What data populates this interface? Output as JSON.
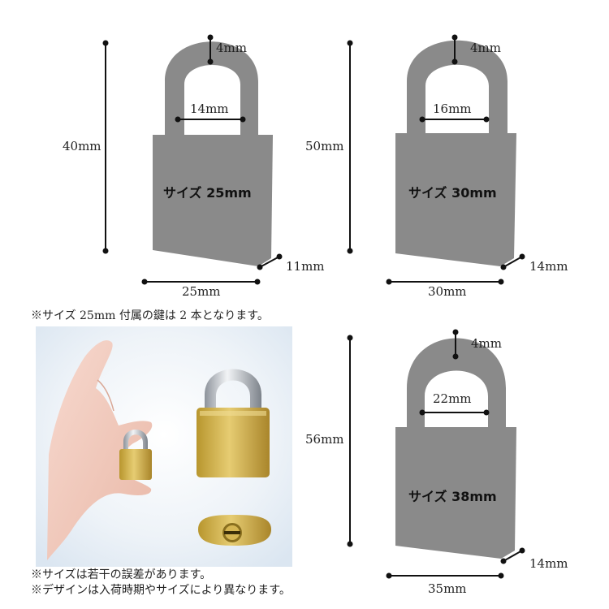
{
  "locks": [
    {
      "size_label": "サイズ 25mm",
      "height": "40mm",
      "width": "25mm",
      "thickness": "11mm",
      "shackle_inner": "14mm",
      "shackle_thickness": "4mm"
    },
    {
      "size_label": "サイズ 30mm",
      "height": "50mm",
      "width": "30mm",
      "thickness": "14mm",
      "shackle_inner": "16mm",
      "shackle_thickness": "4mm"
    },
    {
      "size_label": "サイズ 38mm",
      "height": "56mm",
      "width": "35mm",
      "thickness": "14mm",
      "shackle_inner": "22mm",
      "shackle_thickness": "4mm"
    }
  ],
  "notes": {
    "key_note": "※サイズ 25mm 付属の鍵は 2 本となります。",
    "size_error": "※サイズは若干の誤差があります。",
    "design_change": "※デザインは入荷時期やサイズにより異なります。"
  },
  "colors": {
    "lock_gray": "#8a8a8a",
    "brass": "#c9a843",
    "chrome": "#c8ccd2"
  }
}
